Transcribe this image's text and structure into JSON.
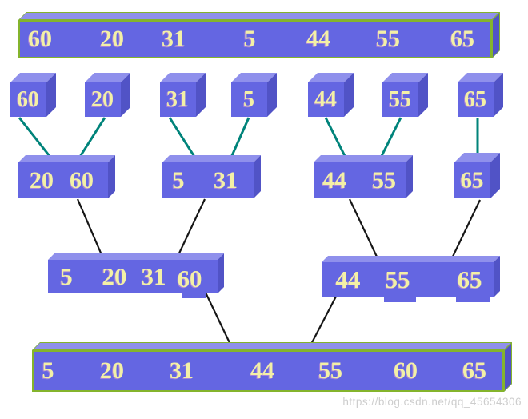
{
  "diagram": {
    "type": "merge-sort-trace",
    "levels": [
      {
        "id": "input-bar",
        "values": [
          "60",
          "20",
          "31",
          "5",
          "44",
          "55",
          "65"
        ]
      },
      {
        "id": "split-cubes",
        "values": [
          "60",
          "20",
          "31",
          "5",
          "44",
          "55",
          "65"
        ]
      },
      {
        "id": "pair-merge",
        "groups": [
          [
            "20",
            "60"
          ],
          [
            "5",
            "31"
          ],
          [
            "44",
            "55"
          ],
          [
            "65"
          ]
        ]
      },
      {
        "id": "quad-merge",
        "groups": [
          [
            "5",
            "20",
            "31",
            "60"
          ],
          [
            "44",
            "55",
            "65"
          ]
        ]
      },
      {
        "id": "sorted-bar",
        "values": [
          "5",
          "20",
          "31",
          "44",
          "55",
          "60",
          "65"
        ]
      }
    ],
    "edges": [
      {
        "from": "cube-60",
        "to": "pair-20-60",
        "kind": "split-merge"
      },
      {
        "from": "cube-20",
        "to": "pair-20-60",
        "kind": "split-merge"
      },
      {
        "from": "cube-31",
        "to": "pair-5-31",
        "kind": "split-merge"
      },
      {
        "from": "cube-5",
        "to": "pair-5-31",
        "kind": "split-merge"
      },
      {
        "from": "cube-44",
        "to": "pair-44-55",
        "kind": "split-merge"
      },
      {
        "from": "cube-55",
        "to": "pair-44-55",
        "kind": "split-merge"
      },
      {
        "from": "cube-65",
        "to": "box-65",
        "kind": "split-merge"
      },
      {
        "from": "pair-20-60",
        "to": "merged-5-20-31-60",
        "kind": "merge"
      },
      {
        "from": "pair-5-31",
        "to": "merged-5-20-31-60",
        "kind": "merge"
      },
      {
        "from": "pair-44-55",
        "to": "merged-44-55-65",
        "kind": "merge"
      },
      {
        "from": "box-65",
        "to": "merged-44-55-65",
        "kind": "merge"
      },
      {
        "from": "merged-5-20-31-60",
        "to": "sorted-bar",
        "kind": "merge"
      },
      {
        "from": "merged-44-55-65",
        "to": "sorted-bar",
        "kind": "merge"
      }
    ]
  },
  "watermark": "https://blog.csdn.net/qq_45654306",
  "colors": {
    "box_front": "#6466E2",
    "box_top": "#8F90EC",
    "box_side": "#5153C6",
    "bar_outline": "#84B42C",
    "digit": "#F3F0A6",
    "edge_teal": "#00837A",
    "edge_black": "#161616",
    "watermark": "#C1C1C1"
  }
}
